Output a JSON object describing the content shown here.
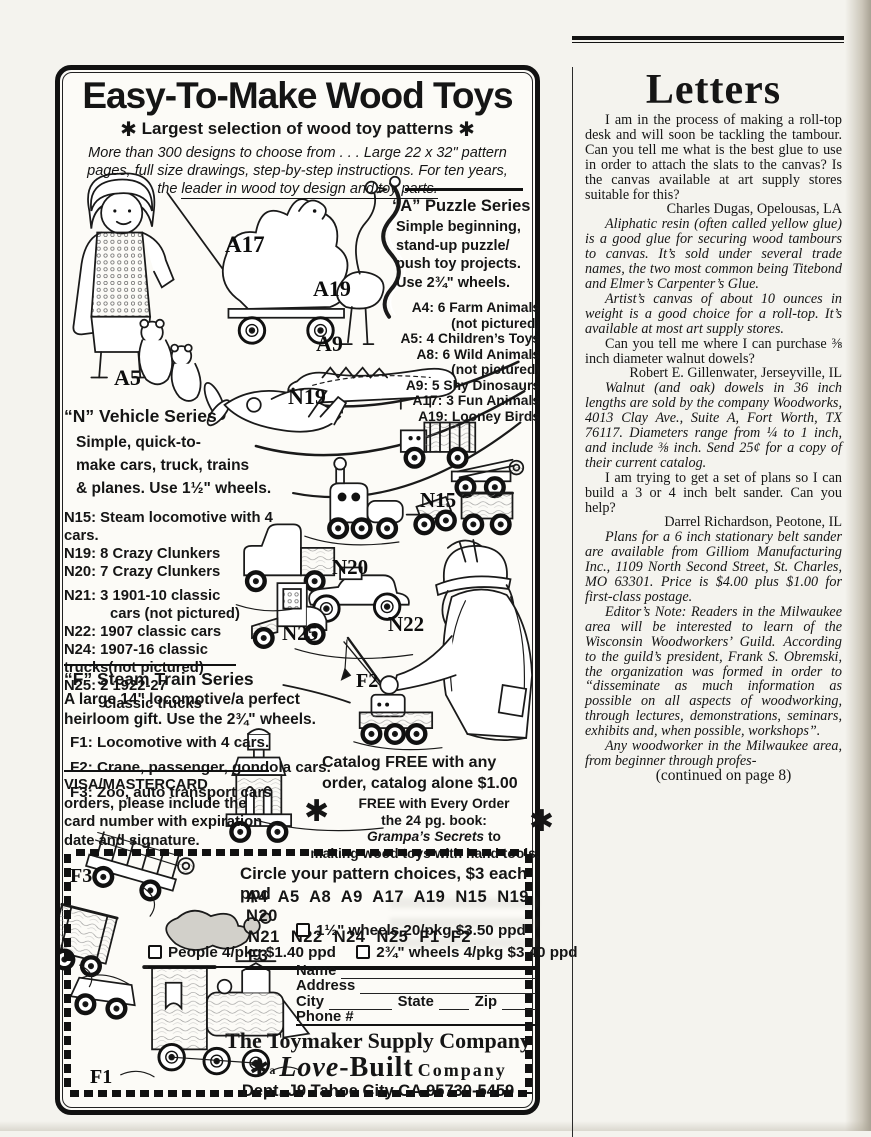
{
  "page": {
    "continued_note": "(continued on page 8)"
  },
  "ad": {
    "asterisk": "✱",
    "title": "Easy-To-Make Wood Toys",
    "subtitle": "Largest selection of wood toy patterns",
    "intro_line1": "More than 300 designs to choose from . . . Large 22 x 32\" pattern",
    "intro_line2": "pages, full size drawings, step-by-step instructions. For ten years,",
    "intro_line3_pre": "the ",
    "intro_line3_underlined": "leader in wood toy design and toy parts.",
    "a_series": {
      "heading": "“A” Puzzle Series",
      "desc_line1": "Simple beginning,",
      "desc_line2": "stand-up  puzzle/",
      "desc_line3": "push toy projects.",
      "desc_line4": "Use 2¾\" wheels.",
      "items": [
        "A4: 6 Farm Animals",
        "(not pictured)",
        "A5: 4 Children’s Toys",
        "A8: 6 Wild Animals",
        "(not pictured)",
        "A9: 5 Shy Dinosaurs",
        "A17: 3 Fun Animals",
        "A19: Looney Birds"
      ]
    },
    "n_series": {
      "heading": "“N” Vehicle Series",
      "desc_line1": "Simple, quick-to-",
      "desc_line2": "make cars, truck,  trains",
      "desc_line3": "& planes.  Use 1½\" wheels.",
      "items": [
        "N15: Steam locomotive with 4 cars.",
        "N19: 8 Crazy Clunkers",
        "N20: 7 Crazy Clunkers",
        "N21: 3 1901-10 classic",
        "cars (not pictured)",
        "N22: 1907 classic cars",
        "N24: 1907-16 classic",
        "trucks(not pictured)",
        "N25: 2 1922-27",
        "classic  trucks"
      ]
    },
    "f_series": {
      "heading": "“F” Steam Train Series",
      "desc_line1": "A large 14\" locomotive/a perfect",
      "desc_line2": "heirloom gift. Use the 2¾\" wheels.",
      "items": [
        "F1: Locomotive with 4 cars.",
        "F2: Crane, passenger, gondola cars.",
        "F3: Zoo, auto transport cars"
      ]
    },
    "visa_note": {
      "line1": "VISA/MASTERCARD",
      "line2": "orders, please include the",
      "line3": "card number with expiration",
      "line4": "date and signature."
    },
    "catalog_note": {
      "line1": "Catalog FREE with any",
      "line2": "order, catalog alone $1.00"
    },
    "free_book": {
      "line1": "FREE with Every Order",
      "line2": "the 24 pg. book:",
      "line3_italic": "Grampa’s Secrets",
      "line3_suffix": " to",
      "line4": "making wood toys with hand tools."
    },
    "illustration_labels": {
      "a17": "A17",
      "a19": "A19",
      "a9": "A9",
      "a5": "A5",
      "n19": "N19",
      "n15": "N15",
      "n20": "N20",
      "n22": "N22",
      "n25": "N25",
      "f2": "F2",
      "f3": "F3",
      "f1": "F1"
    },
    "coupon": {
      "heading": "Circle your pattern choices, $3 each ppd",
      "patterns_line1": "A4 A5 A8 A9 A17 A19 N15 N19 N20",
      "patterns_line2": "N21 N22 N24 N25 F1 F2 F3",
      "option1": "1½\" wheels 20/pkg $3.50 ppd",
      "option2": "People 4/pkg $1.40 ppd",
      "option3": "2¾\" wheels 4/pkg $3.40 ppd",
      "form": {
        "name": "Name",
        "address": "Address",
        "city": "City",
        "state": "State",
        "zip": "Zip",
        "phone": "Phone #"
      },
      "company": "The Toymaker Supply Company",
      "brand_prefix": "a",
      "brand_script": "Love",
      "brand_bold": "-Built",
      "brand_suffix": "Company",
      "dept_line": "Dept. J9   Tahoe City CA 95730-5459"
    }
  },
  "letters": {
    "title": "Letters",
    "q1": "I am in the process of making a roll-top desk and will soon be tackling the tambour. Can you tell me what is the best glue to use in order to attach the slats to the canvas? Is the canvas available at art supply stores suitable for this?",
    "q1_sig": "Charles Dugas, Opelousas, LA",
    "a1_p1": "Aliphatic resin (often called yellow glue) is a good glue for securing wood tambours to canvas. It’s sold under several trade names, the two most common being Titebond and Elmer’s Carpenter’s Glue.",
    "a1_p2": "Artist’s canvas of about 10 ounces in weight is a good choice for a roll-top. It’s available at most art supply stores.",
    "q2": "Can you tell me where I can purchase ⅜ inch diameter walnut dowels?",
    "q2_sig": "Robert E. Gillenwater, Jerseyville, IL",
    "a2": "Walnut (and oak) dowels in 36 inch lengths are sold by the company Woodworks, 4013 Clay Ave., Suite A, Fort Worth, TX 76117. Diameters range from ¼ to 1 inch, and include ⅜ inch. Send 25¢ for a copy of their current catalog.",
    "q3": "I am trying to get a set of plans so I can build a 3 or 4 inch belt sander. Can you help?",
    "q3_sig": "Darrel Richardson, Peotone, IL",
    "a3": "Plans for a 6 inch stationary belt sander are available from Gilliom Manufacturing Inc., 1109 North Second Street, St. Charles, MO 63301. Price is $4.00 plus $1.00 for first-class postage.",
    "editors_note_p1": "Editor’s Note: Readers in the Milwaukee area will be interested to learn of the Wisconsin Woodworkers’ Guild. According to the guild’s president, Frank S. Obremski, the organization was formed in order to “disseminate as much information as possible on all aspects of woodworking, through lectures, demonstrations, seminars, exhibits and, when possible, workshops”.",
    "editors_note_p2": "Any woodworker in the Milwaukee area, from beginner through profes-"
  }
}
